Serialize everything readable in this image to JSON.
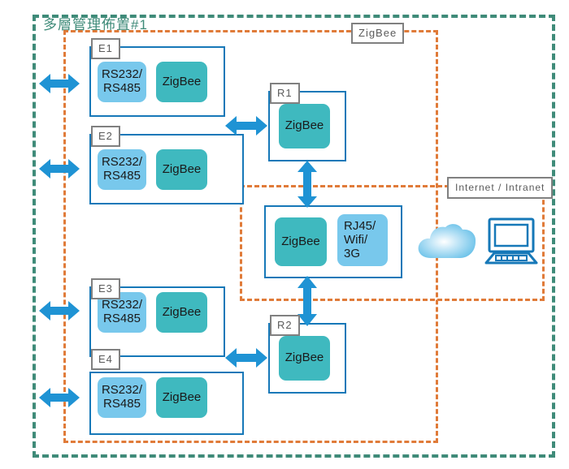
{
  "diagram": {
    "title": "多層管理佈置#1",
    "zones": [
      {
        "key": "outer",
        "label": "多層管理佈置#1",
        "color": "#3f8b79",
        "style": "dashed"
      },
      {
        "key": "zigbee",
        "label": "ZigBee",
        "color": "#e07b39",
        "style": "dashed"
      },
      {
        "key": "internet",
        "label": "Internet / Intranet",
        "color": "#e07b39",
        "style": "dashed"
      }
    ],
    "labels": {
      "zigbee_zone": "ZigBee",
      "internet_zone": "Internet / Intranet"
    },
    "colors": {
      "outer_zone_border": "#3f8b79",
      "inner_zone_border": "#e07b39",
      "device_border": "#1678b8",
      "serial_module": "#78c8ec",
      "zigbee_module": "#3fb9bf",
      "wan_module": "#78c8ec",
      "arrow": "#1f93d4",
      "chip_border": "#808080",
      "chip_text": "#5a5a5a"
    },
    "endpoints": [
      {
        "id": "E1",
        "modules": [
          {
            "name": "serial-module",
            "lines": [
              "RS232/",
              "RS485"
            ],
            "color": "#78c8ec"
          },
          {
            "name": "zigbee-module",
            "lines": [
              "ZigBee"
            ],
            "color": "#3fb9bf"
          }
        ]
      },
      {
        "id": "E2",
        "modules": [
          {
            "name": "serial-module",
            "lines": [
              "RS232/",
              "RS485"
            ],
            "color": "#78c8ec"
          },
          {
            "name": "zigbee-module",
            "lines": [
              "ZigBee"
            ],
            "color": "#3fb9bf"
          }
        ]
      },
      {
        "id": "E3",
        "modules": [
          {
            "name": "serial-module",
            "lines": [
              "RS232/",
              "RS485"
            ],
            "color": "#78c8ec"
          },
          {
            "name": "zigbee-module",
            "lines": [
              "ZigBee"
            ],
            "color": "#3fb9bf"
          }
        ]
      },
      {
        "id": "E4",
        "modules": [
          {
            "name": "serial-module",
            "lines": [
              "RS232/",
              "RS485"
            ],
            "color": "#78c8ec"
          },
          {
            "name": "zigbee-module",
            "lines": [
              "ZigBee"
            ],
            "color": "#3fb9bf"
          }
        ]
      }
    ],
    "routers": [
      {
        "id": "R1",
        "modules": [
          {
            "name": "zigbee-module",
            "lines": [
              "ZigBee"
            ],
            "color": "#3fb9bf"
          }
        ]
      },
      {
        "id": "R2",
        "modules": [
          {
            "name": "zigbee-module",
            "lines": [
              "ZigBee"
            ],
            "color": "#3fb9bf"
          }
        ]
      }
    ],
    "gateway": {
      "id": "",
      "modules": [
        {
          "name": "zigbee-module",
          "lines": [
            "ZigBee"
          ],
          "color": "#3fb9bf"
        },
        {
          "name": "wan-module",
          "lines": [
            "RJ45/",
            "Wifi/",
            "3G"
          ],
          "color": "#78c8ec"
        }
      ]
    },
    "icons": [
      {
        "name": "cloud-icon",
        "color": "#6cc3ea"
      },
      {
        "name": "laptop-icon",
        "color": "#1678b8"
      }
    ],
    "connections": [
      {
        "from": "external",
        "to": "E1",
        "orientation": "horizontal"
      },
      {
        "from": "external",
        "to": "E2",
        "orientation": "horizontal"
      },
      {
        "from": "external",
        "to": "E3",
        "orientation": "horizontal"
      },
      {
        "from": "external",
        "to": "E4",
        "orientation": "horizontal"
      },
      {
        "from": "E2",
        "to": "R1",
        "orientation": "horizontal"
      },
      {
        "from": "E3",
        "to": "R2",
        "orientation": "horizontal"
      },
      {
        "from": "R1",
        "to": "gateway",
        "orientation": "vertical"
      },
      {
        "from": "gateway",
        "to": "R2",
        "orientation": "vertical"
      }
    ]
  }
}
